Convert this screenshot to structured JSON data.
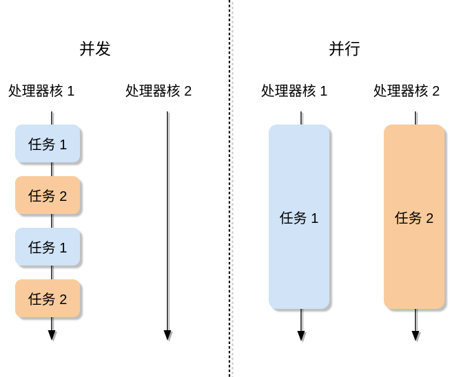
{
  "panels": [
    {
      "title": "并发",
      "columns": [
        {
          "label": "处理器核 1",
          "tasks": [
            {
              "label": "任务 1",
              "color": "blue"
            },
            {
              "label": "任务 2",
              "color": "orange"
            },
            {
              "label": "任务 1",
              "color": "blue"
            },
            {
              "label": "任务 2",
              "color": "orange"
            }
          ]
        },
        {
          "label": "处理器核 2",
          "tasks": []
        }
      ]
    },
    {
      "title": "并行",
      "columns": [
        {
          "label": "处理器核 1",
          "tasks": [
            {
              "label": "任务 1",
              "color": "blue"
            }
          ]
        },
        {
          "label": "处理器核 2",
          "tasks": [
            {
              "label": "任务 2",
              "color": "orange"
            }
          ]
        }
      ]
    }
  ],
  "colors": {
    "task_blue": "#d0e3f7",
    "task_orange": "#f9cb9c",
    "line_black": "#000000",
    "line_shadow": "#b0b0b0",
    "divider_shadow": "#cccccc",
    "text": "#000000",
    "background": "#ffffff"
  }
}
